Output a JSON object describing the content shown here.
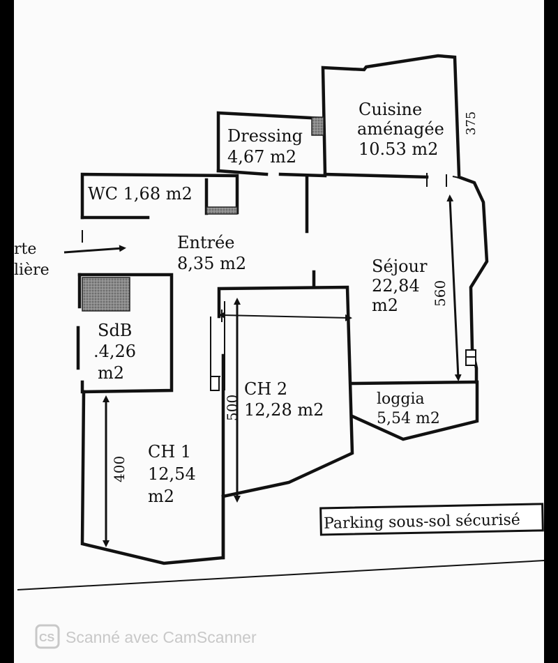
{
  "rooms": {
    "dressing": {
      "name": "Dressing",
      "area": "4,67  m2"
    },
    "cuisine": {
      "name_line1": "Cuisine",
      "name_line2": "aménagée",
      "area": "10.53 m2"
    },
    "wc": {
      "label": "WC 1,68 m2"
    },
    "entree": {
      "name": "Entrée",
      "area": "8,35 m2"
    },
    "sejour": {
      "name": "Séjour",
      "area_line1": "22,84",
      "area_line2": "m2"
    },
    "sdb": {
      "name": "SdB",
      "area_line1": ".4,26",
      "area_line2": "m2"
    },
    "ch2": {
      "name": "CH 2",
      "area": "12,28 m2"
    },
    "loggia": {
      "name": "loggia",
      "area": "5,54 m2"
    },
    "ch1": {
      "name": "CH 1",
      "area_line1": "12,54",
      "area_line2": "m2"
    }
  },
  "entrance": {
    "line1": "rte",
    "line2": "lière"
  },
  "dimensions": {
    "cuisine": "375",
    "sejour": "560",
    "ch2": "500",
    "ch1": "400"
  },
  "parking": {
    "label": "Parking sous-sol sécurisé"
  },
  "watermark": {
    "badge": "CS",
    "text": "Scanné avec CamScanner"
  }
}
